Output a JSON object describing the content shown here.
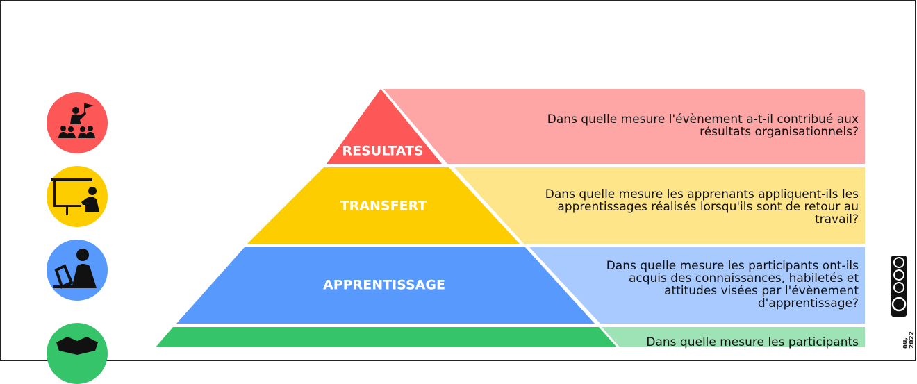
{
  "levels": [
    {
      "label": "RESULTATS",
      "question": "Dans quelle mesure l'évènement a-t-il contribué aux résultats organisationnels?",
      "color": "#fd5757",
      "panel_color": "#fea5a5",
      "icon": "leader-flag-audience-icon"
    },
    {
      "label": "TRANSFERT",
      "question": "Dans quelle mesure les apprenants appliquent-ils les apprentissages réalisés lorsqu'ils sont de retour au travail?",
      "color": "#fecd00",
      "panel_color": "#fee58a",
      "icon": "presenter-board-icon"
    },
    {
      "label": "APPRENTISSAGE",
      "question": "Dans quelle mesure les participants ont-ils acquis des connaissances, habiletés et attitudes visées par l'évènement d'apprentissage?",
      "color": "#5799fd",
      "panel_color": "#a8caff",
      "icon": "learner-laptop-icon"
    },
    {
      "label": "",
      "question": "Dans quelle mesure les participants",
      "color": "#36c46b",
      "panel_color": "#9de3b5",
      "icon": "handshake-icon"
    }
  ],
  "license": {
    "badge": "CC BY NC SA",
    "icon": "creative-commons-license-icon"
  },
  "credit": "au, 2022"
}
